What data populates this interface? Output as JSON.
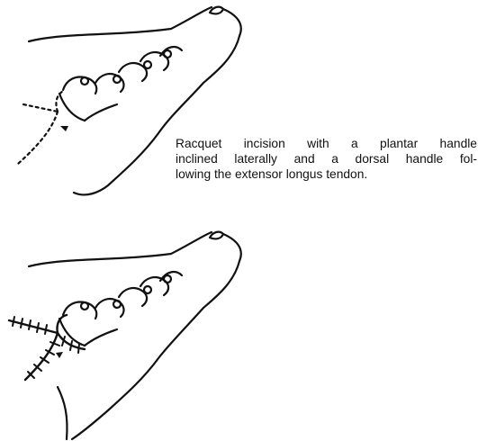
{
  "caption": {
    "lines": [
      "Racquet incision with a plantar  handle",
      "inclined laterally and a dorsal handle fol-",
      "lowing the extensor longus tendon."
    ]
  },
  "panels": [
    {
      "name": "incision-planned",
      "incision_style": "dashed"
    },
    {
      "name": "incision-sutured",
      "incision_style": "stitched"
    }
  ]
}
